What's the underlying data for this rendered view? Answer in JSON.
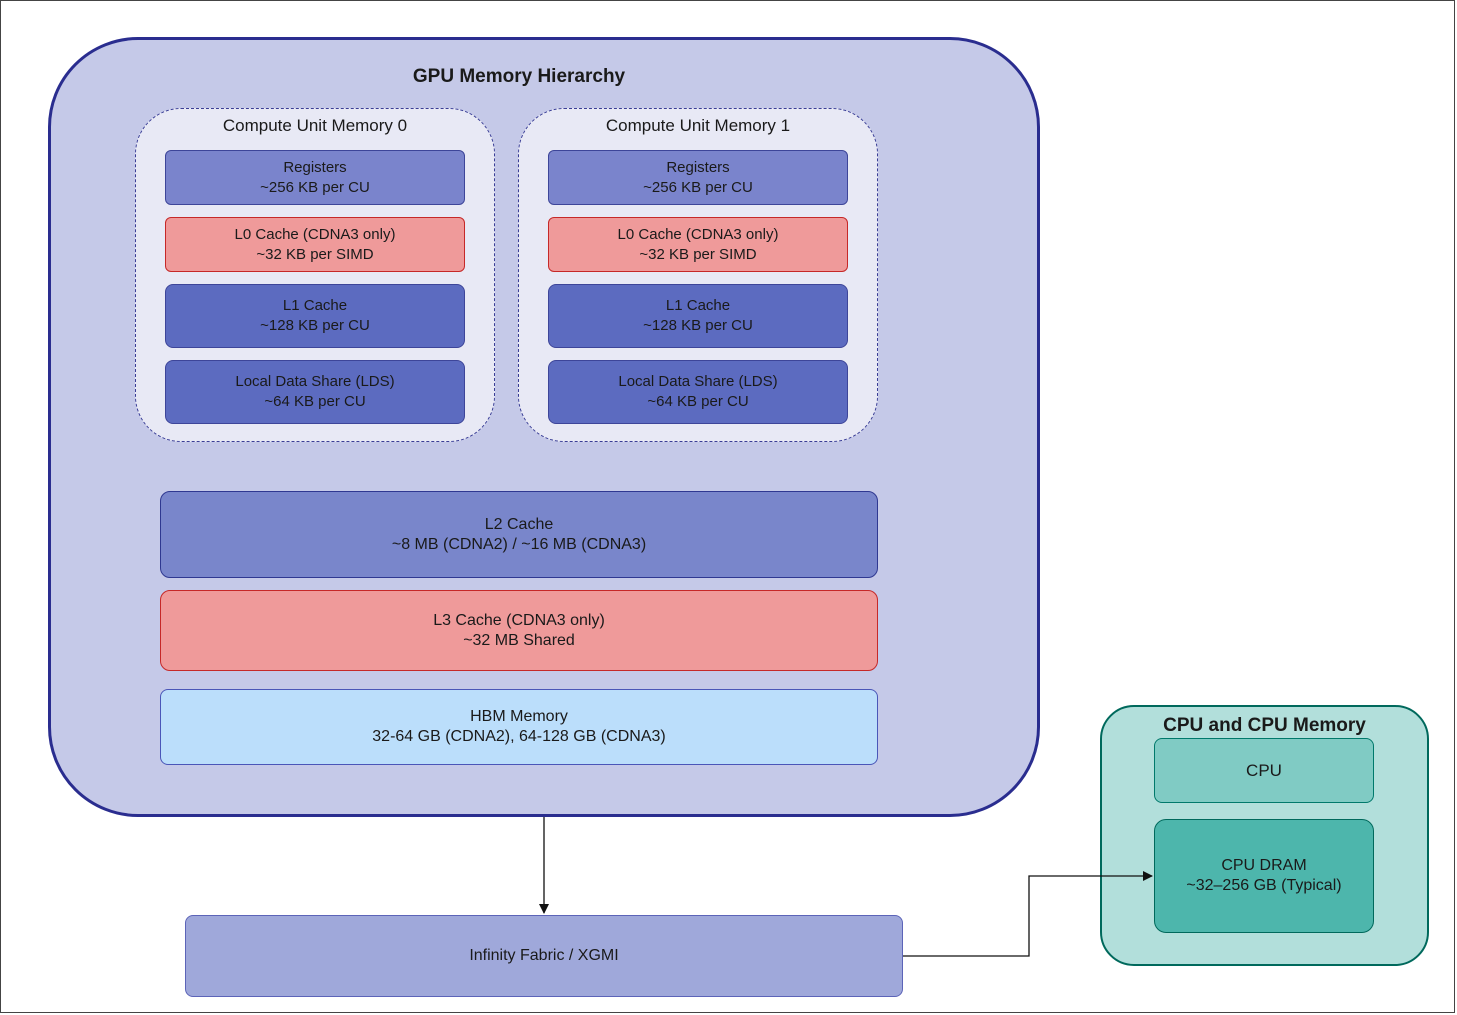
{
  "gpu": {
    "title": "GPU Memory Hierarchy",
    "compute_units": [
      {
        "title": "Compute Unit Memory 0",
        "registers": [
          "Registers",
          "~256 KB per CU"
        ],
        "l0": [
          "L0 Cache (CDNA3 only)",
          "~32 KB per SIMD"
        ],
        "l1": [
          "L1 Cache",
          "~128 KB per CU"
        ],
        "lds": [
          "Local Data Share (LDS)",
          "~64 KB per CU"
        ]
      },
      {
        "title": "Compute Unit Memory 1",
        "registers": [
          "Registers",
          "~256 KB per CU"
        ],
        "l0": [
          "L0 Cache (CDNA3 only)",
          "~32 KB per SIMD"
        ],
        "l1": [
          "L1 Cache",
          "~128 KB per CU"
        ],
        "lds": [
          "Local Data Share (LDS)",
          "~64 KB per CU"
        ]
      }
    ],
    "l2": [
      "L2 Cache",
      "~8 MB (CDNA2) / ~16 MB (CDNA3)"
    ],
    "l3": [
      "L3 Cache (CDNA3 only)",
      "~32 MB Shared"
    ],
    "hbm": [
      "HBM Memory",
      "32-64 GB (CDNA2), 64-128 GB (CDNA3)"
    ]
  },
  "fabric": {
    "label": "Infinity Fabric / XGMI"
  },
  "cpu_group": {
    "title": "CPU and CPU Memory",
    "cpu": "CPU",
    "dram": [
      "CPU DRAM",
      "~32–256 GB (Typical)"
    ]
  },
  "colors": {
    "gpu_fill": "#c5c9e8",
    "gpu_border": "#2a2d8f",
    "l0_l3_fill": "#ef9a9a",
    "hbm_fill": "#bbdefb",
    "cpu_group_fill": "#b2dfdb",
    "dram_fill": "#4db6ac"
  }
}
